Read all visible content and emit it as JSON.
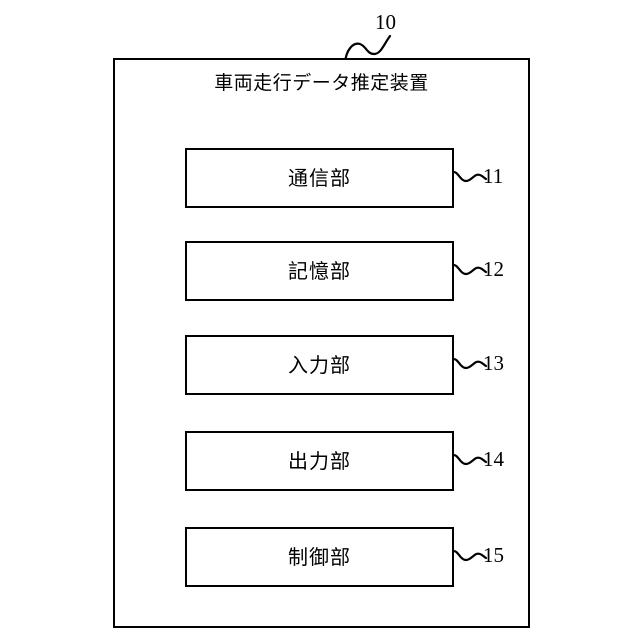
{
  "figure": {
    "device": {
      "title": "車両走行データ推定装置",
      "reference": "10"
    },
    "units": [
      {
        "label": "通信部",
        "reference": "11"
      },
      {
        "label": "記憶部",
        "reference": "12"
      },
      {
        "label": "入力部",
        "reference": "13"
      },
      {
        "label": "出力部",
        "reference": "14"
      },
      {
        "label": "制御部",
        "reference": "15"
      }
    ],
    "colors": {
      "line": "#000000",
      "background": "#ffffff",
      "text": "#000000"
    }
  }
}
